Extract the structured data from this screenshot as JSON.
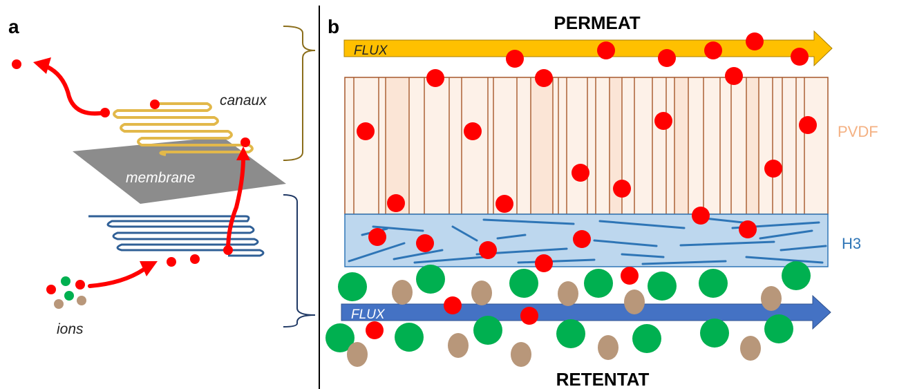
{
  "panel_a": {
    "letter": "a",
    "canaux_label": "canaux",
    "membrane_label": "membrane",
    "ions_label": "ions"
  },
  "panel_b": {
    "letter": "b",
    "permeat_label": "PERMEAT",
    "retentat_label": "RETENTAT",
    "flux_top_label": "FLUX",
    "flux_bottom_label": "FLUX",
    "pvdf_label": "PVDF",
    "h3_label": "H3"
  },
  "colors": {
    "ion_red": "#ff0000",
    "ion_green": "#00b050",
    "ion_brown": "#b8977a",
    "flux_top": "#ffc000",
    "flux_bottom": "#4472c4",
    "pvdf_fill": "#fdf1e8",
    "pvdf_stroke": "#a5572a",
    "h3_fill": "#bdd7ee",
    "h3_stroke": "#2e75b6",
    "canal_gold": "#e2b84a",
    "canal_blue": "#2f5f96",
    "membrane_gray": "#8c8c8c",
    "bracket_gold": "#8a6d1a",
    "bracket_blue": "#1f3864",
    "pvdf_text": "#f4b183",
    "h3_text": "#2e75b6"
  }
}
